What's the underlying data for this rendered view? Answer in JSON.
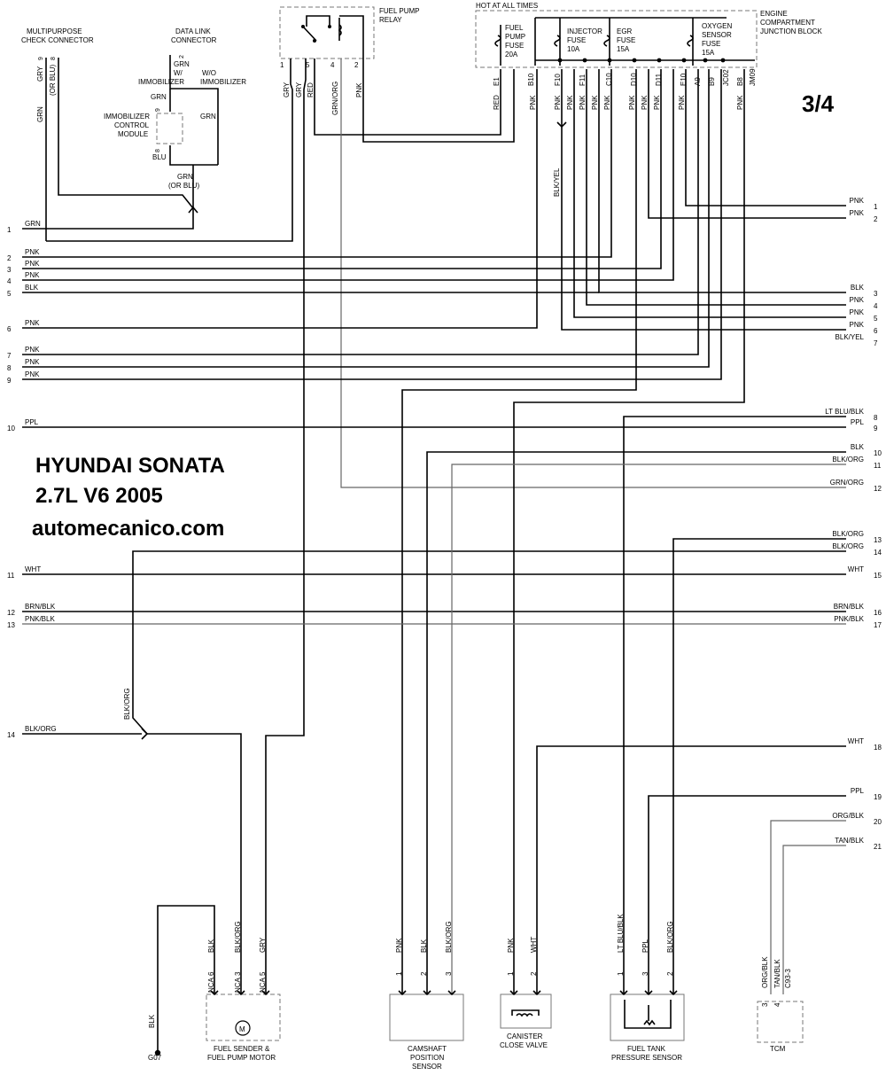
{
  "page": {
    "page_number": "3/4",
    "vehicle_line1": "HYUNDAI SONATA",
    "vehicle_line2": "2.7L V6   2005",
    "website": "automecanico.com"
  },
  "headers": {
    "hot_at_all_times": "HOT AT ALL TIMES",
    "engine_compartment": [
      "ENGINE",
      "COMPARTMENT",
      "JUNCTION BLOCK"
    ],
    "fuel_pump_relay": [
      "FUEL PUMP",
      "RELAY"
    ],
    "multipurpose": [
      "MULTIPURPOSE",
      "CHECK CONNECTOR"
    ],
    "data_link": [
      "DATA LINK",
      "CONNECTOR"
    ],
    "immobilizer_module": [
      "IMMOBILIZER",
      "CONTROL",
      "MODULE"
    ],
    "w_immobilizer": [
      "W/",
      "IMMOBILIZER"
    ],
    "wo_immobilizer": [
      "W/O",
      "IMMOBILIZER"
    ],
    "grn_or_blu": [
      "GRN",
      "(OR BLU)"
    ]
  },
  "fuses": [
    {
      "lines": [
        "FUEL",
        "PUMP",
        "FUSE",
        "20A"
      ]
    },
    {
      "lines": [
        "INJECTOR",
        "FUSE",
        "10A"
      ]
    },
    {
      "lines": [
        "EGR",
        "FUSE",
        "15A"
      ]
    },
    {
      "lines": [
        "OXYGEN",
        "SENSOR",
        "FUSE",
        "15A"
      ]
    }
  ],
  "junction_pins": [
    "E1",
    "B10",
    "F10",
    "F11",
    "C10",
    "D10",
    "D11",
    "E10",
    "A9",
    "B9",
    "JC02",
    "B8",
    "JM09"
  ],
  "junction_colors": [
    "RED",
    "PNK",
    "PNK",
    "PNK",
    "PNK",
    "PNK",
    "PNK",
    "PNK",
    "PNK",
    "PNK",
    "PNK",
    "PNK"
  ],
  "relay_pins": [
    "1",
    "5",
    "4",
    "2"
  ],
  "relay_colors": [
    "GRY",
    "GRY",
    "RED",
    "GRN/ORG",
    "PNK"
  ],
  "blk_yel": "BLK/YEL",
  "left_connector": [
    {
      "num": "1",
      "color": "GRN"
    },
    {
      "num": "2",
      "color": "PNK"
    },
    {
      "num": "3",
      "color": "PNK"
    },
    {
      "num": "4",
      "color": "PNK"
    },
    {
      "num": "5",
      "color": "BLK"
    },
    {
      "num": "6",
      "color": "PNK"
    },
    {
      "num": "7",
      "color": "PNK"
    },
    {
      "num": "8",
      "color": "PNK"
    },
    {
      "num": "9",
      "color": "PNK"
    },
    {
      "num": "10",
      "color": "PPL"
    },
    {
      "num": "11",
      "color": "WHT"
    },
    {
      "num": "12",
      "color": "BRN/BLK"
    },
    {
      "num": "13",
      "color": "PNK/BLK"
    },
    {
      "num": "14",
      "color": "BLK/ORG"
    }
  ],
  "right_connector": [
    {
      "num": "1",
      "color": "PNK"
    },
    {
      "num": "2",
      "color": "PNK"
    },
    {
      "num": "3",
      "color": "BLK"
    },
    {
      "num": "4",
      "color": "PNK"
    },
    {
      "num": "5",
      "color": "PNK"
    },
    {
      "num": "6",
      "color": "PNK"
    },
    {
      "num": "7",
      "color": "BLK/YEL"
    },
    {
      "num": "8",
      "color": "LT BLU/BLK"
    },
    {
      "num": "9",
      "color": "PPL"
    },
    {
      "num": "10",
      "color": "BLK"
    },
    {
      "num": "11",
      "color": "BLK/ORG"
    },
    {
      "num": "12",
      "color": "GRN/ORG"
    },
    {
      "num": "13",
      "color": "BLK/ORG"
    },
    {
      "num": "14",
      "color": "BLK/ORG"
    },
    {
      "num": "15",
      "color": "WHT"
    },
    {
      "num": "16",
      "color": "BRN/BLK"
    },
    {
      "num": "17",
      "color": "PNK/BLK"
    },
    {
      "num": "18",
      "color": "WHT"
    },
    {
      "num": "19",
      "color": "PPL"
    },
    {
      "num": "20",
      "color": "ORG/BLK"
    },
    {
      "num": "21",
      "color": "TAN/BLK"
    }
  ],
  "components": {
    "fuel_sender": [
      "FUEL SENDER &",
      "FUEL PUMP MOTOR"
    ],
    "camshaft": [
      "CAMSHAFT",
      "POSITION",
      "SENSOR"
    ],
    "canister": [
      "CANISTER",
      "CLOSE VALVE"
    ],
    "fuel_tank": [
      "FUEL TANK",
      "PRESSURE SENSOR"
    ],
    "tcm": "TCM",
    "ground": "G07",
    "motor_symbol": "M"
  },
  "bottom_pins": {
    "fuel_sender": [
      {
        "pin": "6",
        "color": "BLK",
        "nca": "NCA"
      },
      {
        "pin": "3",
        "color": "BLK/ORG",
        "nca": "NCA"
      },
      {
        "pin": "5",
        "color": "GRY",
        "nca": "NCA"
      }
    ],
    "ground_color": "BLK",
    "camshaft": [
      {
        "pin": "1",
        "color": "PNK"
      },
      {
        "pin": "2",
        "color": "BLK"
      },
      {
        "pin": "3",
        "color": "BLK/ORG"
      }
    ],
    "canister": [
      {
        "pin": "1",
        "color": "PNK"
      },
      {
        "pin": "2",
        "color": "WHT"
      }
    ],
    "fuel_tank": [
      {
        "pin": "1",
        "color": "LT BLU/BLK"
      },
      {
        "pin": "3",
        "color": "PPL"
      },
      {
        "pin": "2",
        "color": "BLK/ORG"
      }
    ],
    "tcm": [
      {
        "pin": "3",
        "color": "ORG/BLK"
      },
      {
        "pin": "4",
        "color": "TAN/BLK"
      },
      {
        "pin": "",
        "color": "C93-3"
      }
    ]
  },
  "misc_labels": {
    "gry": "GRY",
    "or_blu": "(OR BLU)",
    "grn": "GRN",
    "blu": "BLU",
    "blk_org": "BLK/ORG",
    "mp_pins": [
      "9",
      "8"
    ],
    "dl_pin": "2",
    "imm_pins": [
      "9",
      "8"
    ]
  }
}
